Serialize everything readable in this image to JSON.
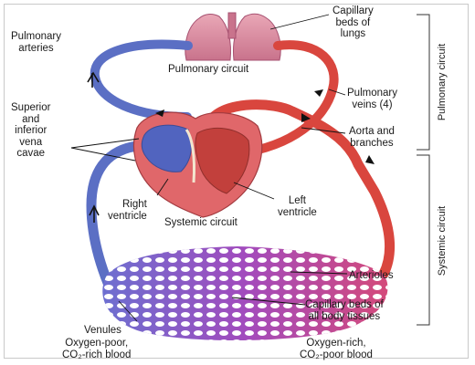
{
  "labels": {
    "capillary_lungs": "Capillary\nbeds of\nlungs",
    "pulmonary_arteries": "Pulmonary\narteries",
    "pulmonary_circuit": "Pulmonary circuit",
    "superior_inferior_venae_cavae": "Superior\nand\ninferior\nvena\ncavae",
    "pulmonary_veins": "Pulmonary\nveins (4)",
    "aorta_branches": "Aorta and\nbranches",
    "right_ventricle": "Right\nventricle",
    "left_ventricle": "Left\nventricle",
    "systemic_circuit": "Systemic circuit",
    "arterioles": "Arterioles",
    "capillary_body": "Capillary beds of\nall body tissues",
    "venules": "Venules",
    "oxygen_poor": "Oxygen-poor,\nCO₂-rich blood",
    "oxygen_rich": "Oxygen-rich,\nCO₂-poor blood"
  },
  "side_labels": {
    "pulmonary": "Pulmonary circuit",
    "systemic": "Systemic circuit"
  },
  "colors": {
    "oxygen_poor": "#5b6fc4",
    "oxygen_rich": "#d9463e",
    "capillary_mix": "#9b4fb8",
    "lung": "#d98aa0"
  }
}
